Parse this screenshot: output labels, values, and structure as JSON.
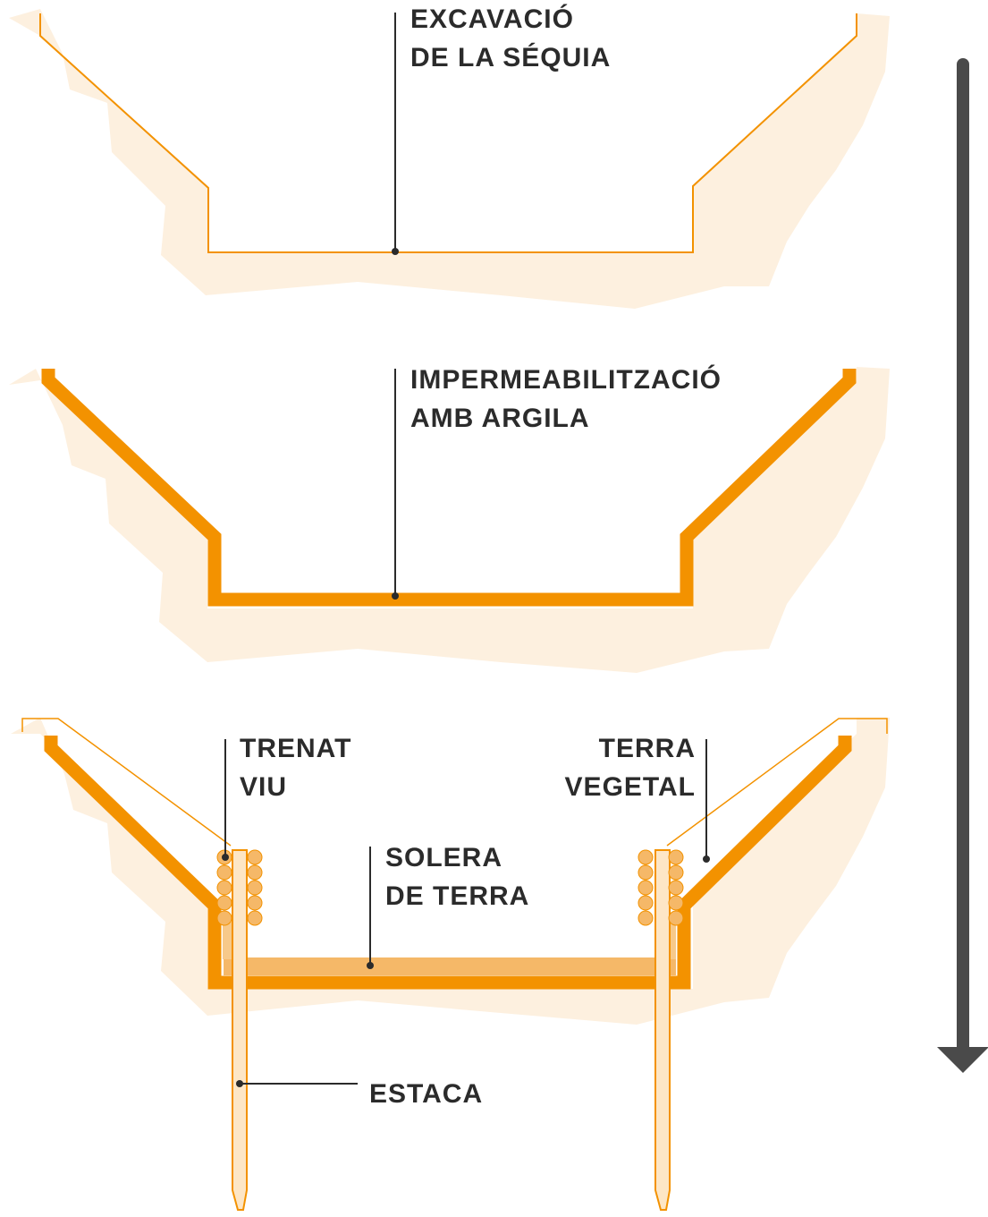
{
  "colors": {
    "soil": "#fdf0df",
    "clay": "#f39200",
    "wattle": "#f5b868",
    "stake_fill": "#fde6c6",
    "ink": "#2b2b2b",
    "arrow": "#4a4a4a"
  },
  "icons": {
    "sequence_arrow": "arrow-down-icon"
  },
  "steps": [
    {
      "name": "excavacio",
      "label_lines": [
        "EXCAVACIÓ",
        "DE LA SÉQUIA"
      ]
    },
    {
      "name": "impermeabilitzacio",
      "label_lines": [
        "IMPERMEABILITZACIÓ",
        "AMB ARGILA"
      ]
    },
    {
      "name": "construccio",
      "labels": {
        "trenat_viu": [
          "TRENAT",
          "VIU"
        ],
        "terra_vegetal": [
          "TERRA",
          "VEGETAL"
        ],
        "solera": [
          "SOLERA",
          "DE TERRA"
        ],
        "estaca": [
          "ESTACA"
        ]
      }
    }
  ]
}
